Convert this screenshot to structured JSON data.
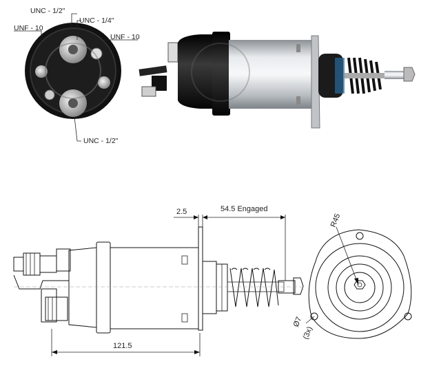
{
  "photo_labels": {
    "unc_half_top": "UNC - 1/2\"",
    "unc_quarter": "UNC - 1/4\"",
    "unf_left": "UNF - 10",
    "unf_right": "UNF - 10",
    "unc_half_bottom": "UNC - 1/2\""
  },
  "dimensions": {
    "gap": "2.5",
    "stroke": "54.5 Engaged",
    "length": "121.5",
    "radius": "R45",
    "hole_diameter": "Ø7",
    "hole_count": "(3x)"
  },
  "colors": {
    "line": "#111111",
    "housing": "#c9cdd0",
    "cap": "#1a1a1a",
    "spring": "#151515"
  }
}
